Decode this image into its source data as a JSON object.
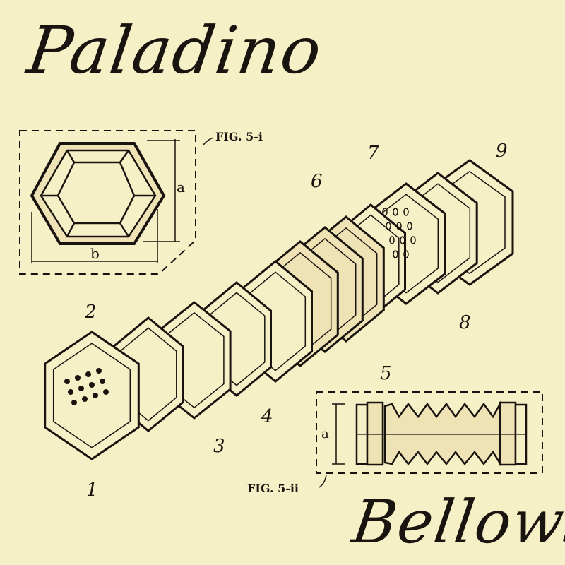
{
  "title": "Paladino",
  "subtitle": "Bellows",
  "figures": {
    "fig1": {
      "label": "FIG. 5-i",
      "dim_a": "a",
      "dim_b": "b"
    },
    "fig2": {
      "label": "FIG. 5-ii",
      "dim_a": "a"
    }
  },
  "part_numbers": [
    "1",
    "2",
    "3",
    "4",
    "5",
    "6",
    "7",
    "8",
    "9"
  ],
  "colors": {
    "paper": "#f6f0c6",
    "ink": "#1a1410",
    "shade": "#e8d9a6"
  }
}
